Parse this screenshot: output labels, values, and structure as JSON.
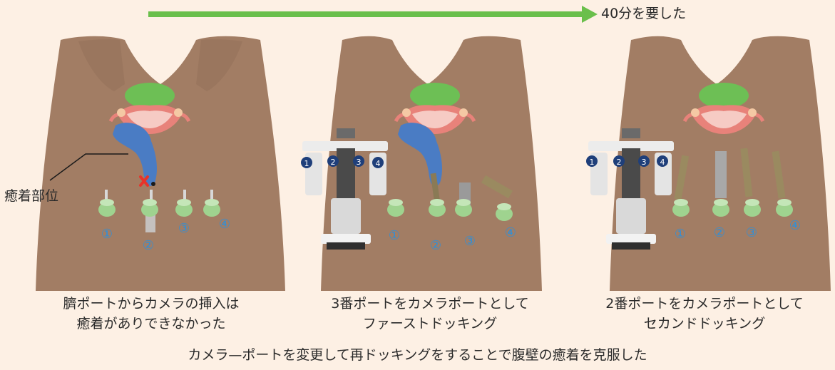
{
  "header": {
    "time_label": "40分を要した"
  },
  "adhesion_label": "癒着部位",
  "panels": [
    {
      "caption_line1": "臍ポートからカメラの挿入は",
      "caption_line2": "癒着がありできなかった",
      "ports": [
        "①",
        "②",
        "③",
        "④"
      ]
    },
    {
      "caption_line1": "3番ポートをカメラポートとして",
      "caption_line2": "ファーストドッキング",
      "ports": [
        "①",
        "②",
        "③",
        "④"
      ],
      "arm_numbers": [
        "1",
        "2",
        "3",
        "4"
      ]
    },
    {
      "caption_line1": "2番ポートをカメラポートとして",
      "caption_line2": "セカンドドッキング",
      "ports": [
        "①",
        "②",
        "③",
        "④"
      ],
      "arm_numbers": [
        "1",
        "2",
        "3",
        "4"
      ]
    }
  ],
  "footer": {
    "caption": "カメラ—ポートを変更して再ドッキングをすることで腹壁の癒着を克服した"
  },
  "colors": {
    "background": "#fdf0e4",
    "arrow": "#6abf4b",
    "skin": "#a27d64",
    "uterus": "#6dbf55",
    "adhesion": "#4a7cc4",
    "port": "#9fd38f",
    "port_number": "#2f8fd8",
    "mark": "#e8332a"
  }
}
